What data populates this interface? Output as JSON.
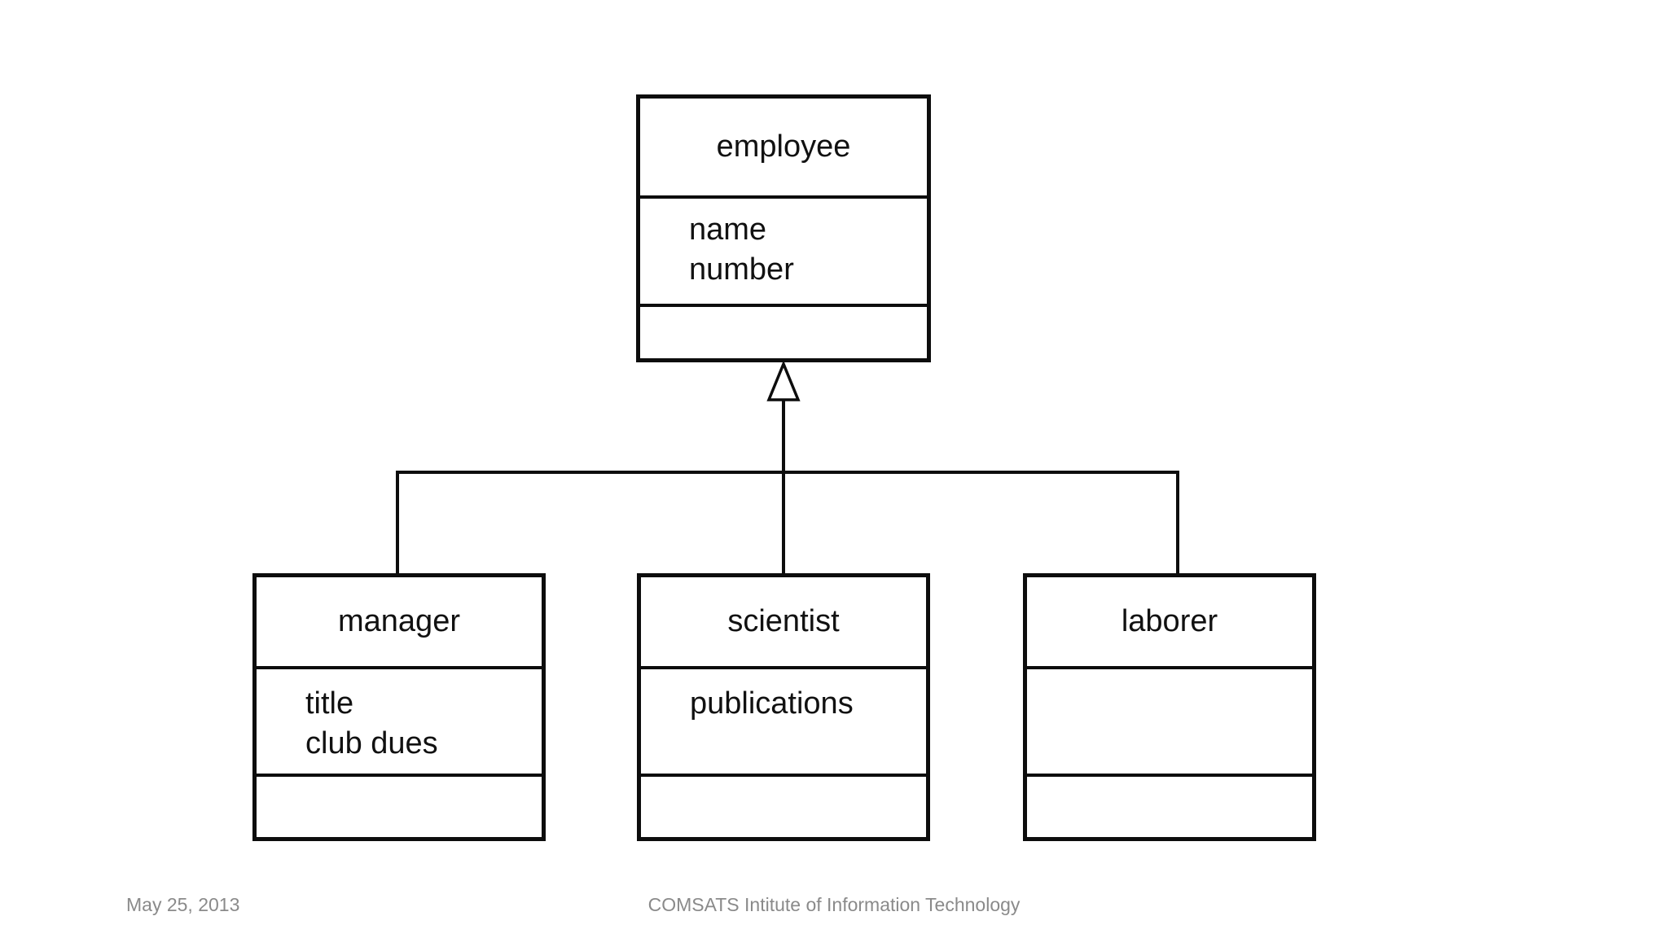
{
  "diagram": {
    "type": "uml-class-diagram",
    "relationship": {
      "kind": "generalization",
      "parent": "employee",
      "children": [
        "manager",
        "scientist",
        "laborer"
      ]
    },
    "classes": [
      {
        "name": "employee",
        "attributes": [
          "name",
          "number"
        ]
      },
      {
        "name": "manager",
        "attributes": [
          "title",
          "club dues"
        ]
      },
      {
        "name": "scientist",
        "attributes": [
          "publications"
        ]
      },
      {
        "name": "laborer",
        "attributes": []
      }
    ],
    "colors": {
      "line": "#0d0d0d",
      "text": "#111111",
      "slide_background": "#ffffff"
    }
  },
  "footer": {
    "date": "May 25, 2013",
    "institution": "COMSATS Intitute of Information Technology",
    "text_color": "#8a8a8a"
  }
}
